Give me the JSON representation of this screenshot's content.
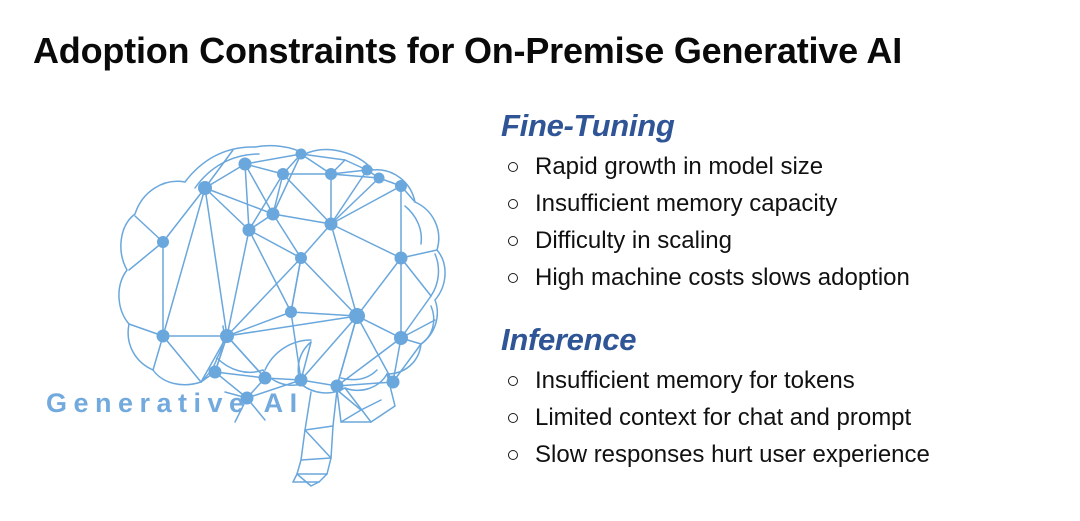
{
  "slide": {
    "title": "Adoption Constraints for On-Premise Generative AI",
    "background_color": "#ffffff"
  },
  "figure": {
    "name": "generative-ai-brain-network",
    "caption": "Generative AI",
    "caption_color": "#73aade",
    "line_color": "#6aa7dc",
    "node_color": "#6aa7dc",
    "description": "Side-profile outline of a human brain rendered as a low-poly mesh of connected nodes and edges"
  },
  "content": {
    "sections": [
      {
        "heading": "Fine-Tuning",
        "heading_color": "#2f5597",
        "bullet_glyph": "hollow-circle",
        "items": [
          "Rapid growth in model size",
          "Insufficient memory capacity",
          "Difficulty in scaling",
          "High machine costs slows adoption"
        ]
      },
      {
        "heading": "Inference",
        "heading_color": "#2f5597",
        "bullet_glyph": "hollow-circle",
        "items": [
          "Insufficient memory for tokens",
          "Limited context for chat and prompt",
          "Slow responses hurt user experience"
        ]
      }
    ]
  }
}
